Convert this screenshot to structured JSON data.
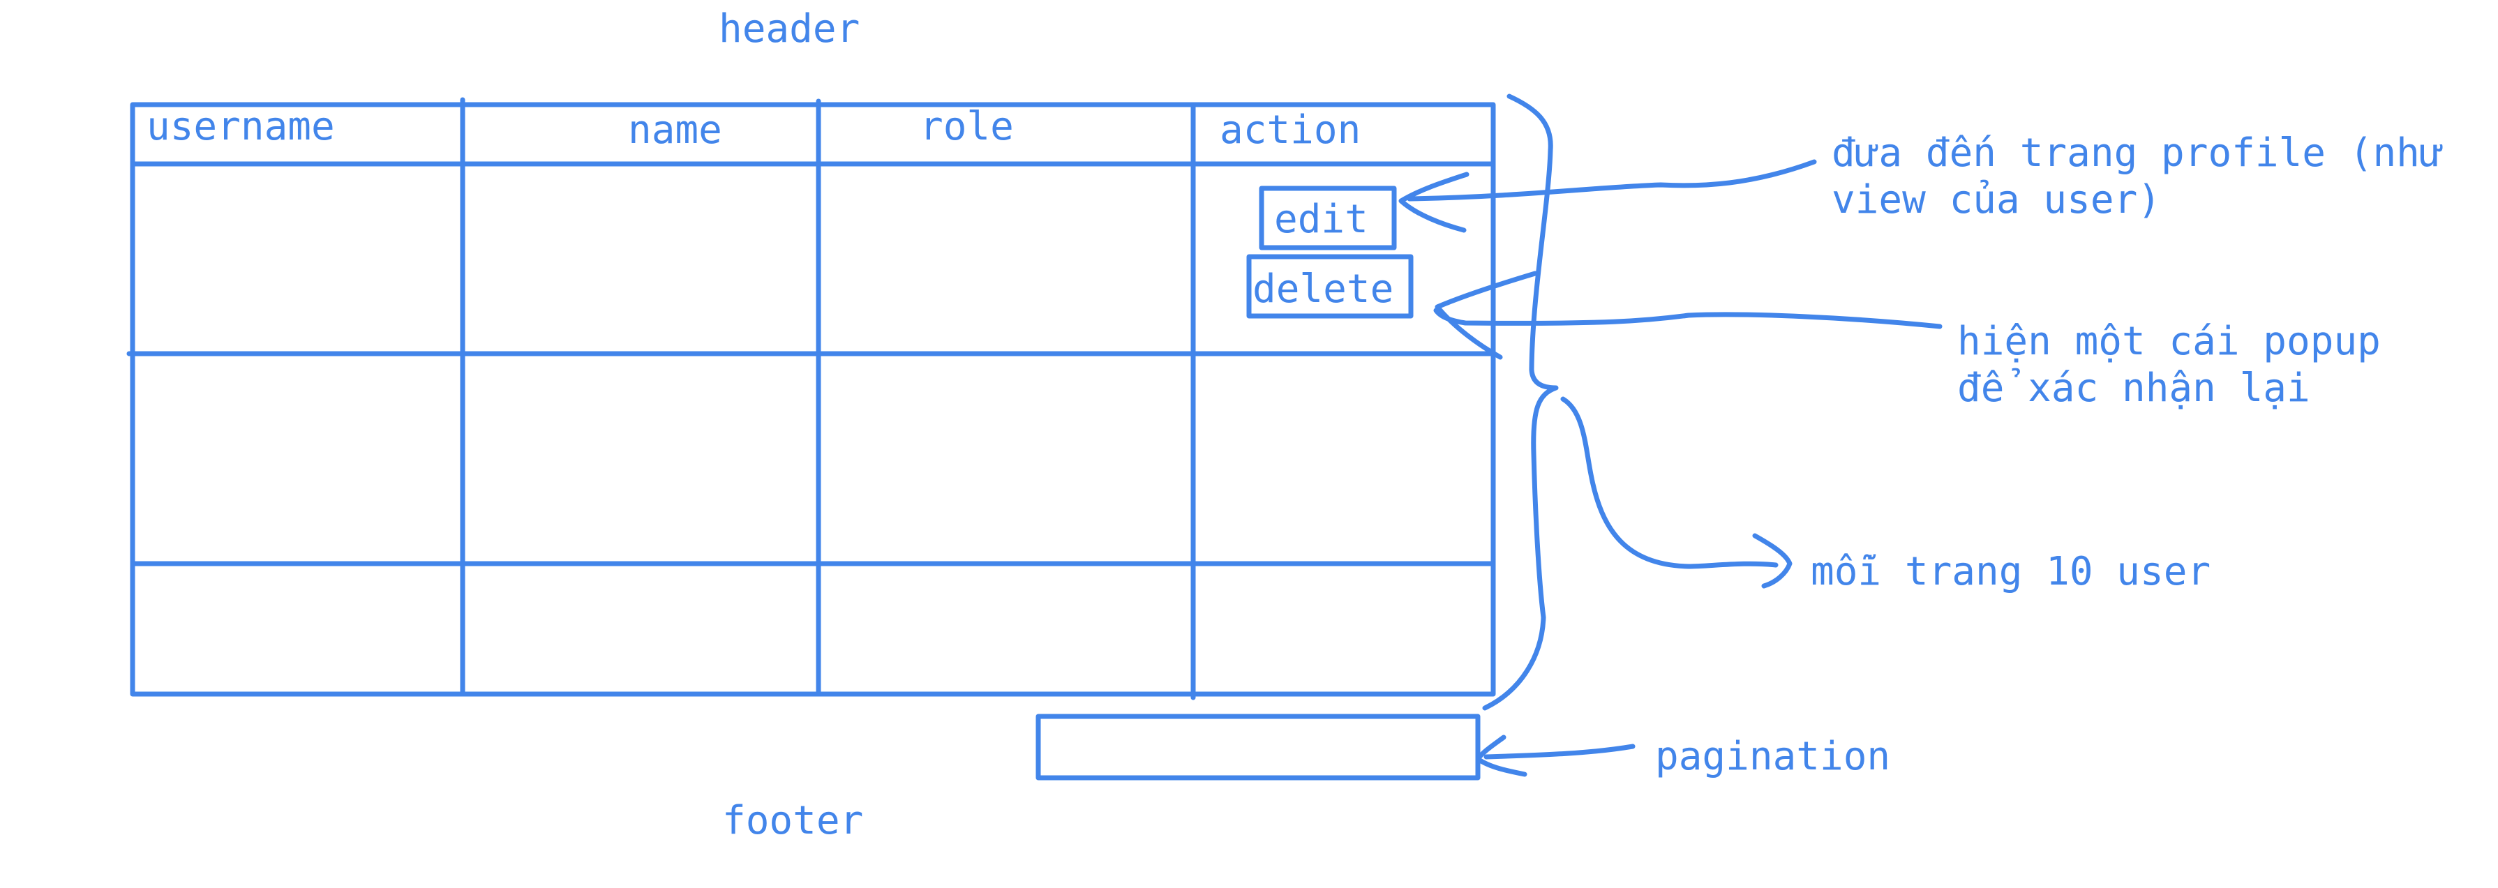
{
  "colors": {
    "ink": "#4285ea",
    "background": "#ffffff"
  },
  "header": {
    "label": "header"
  },
  "footer": {
    "label": "footer"
  },
  "table": {
    "columns": [
      "username",
      "name",
      "role",
      "action"
    ],
    "actions": {
      "edit": "edit",
      "delete": "delete"
    }
  },
  "annotations": {
    "edit_line1": "đưa đến trang profile (như",
    "edit_line2": "view của user)",
    "delete_line1": "hiện một cái popup",
    "delete_line2": "để xác nhận lại",
    "page_size": "mỗi trang 10 user",
    "pagination": "pagination"
  }
}
